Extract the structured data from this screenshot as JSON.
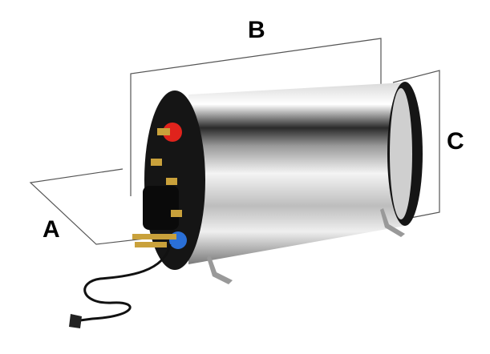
{
  "dimensions": {
    "a_label": "A",
    "b_label": "B",
    "c_label": "C"
  },
  "colors": {
    "line": "#555555",
    "steel_light": "#f2f2f2",
    "steel_dark": "#6e6e6e",
    "cap": "#151515",
    "hot_valve": "#e0231c",
    "cold_valve": "#2a6fd6",
    "brass": "#c9a13b"
  }
}
